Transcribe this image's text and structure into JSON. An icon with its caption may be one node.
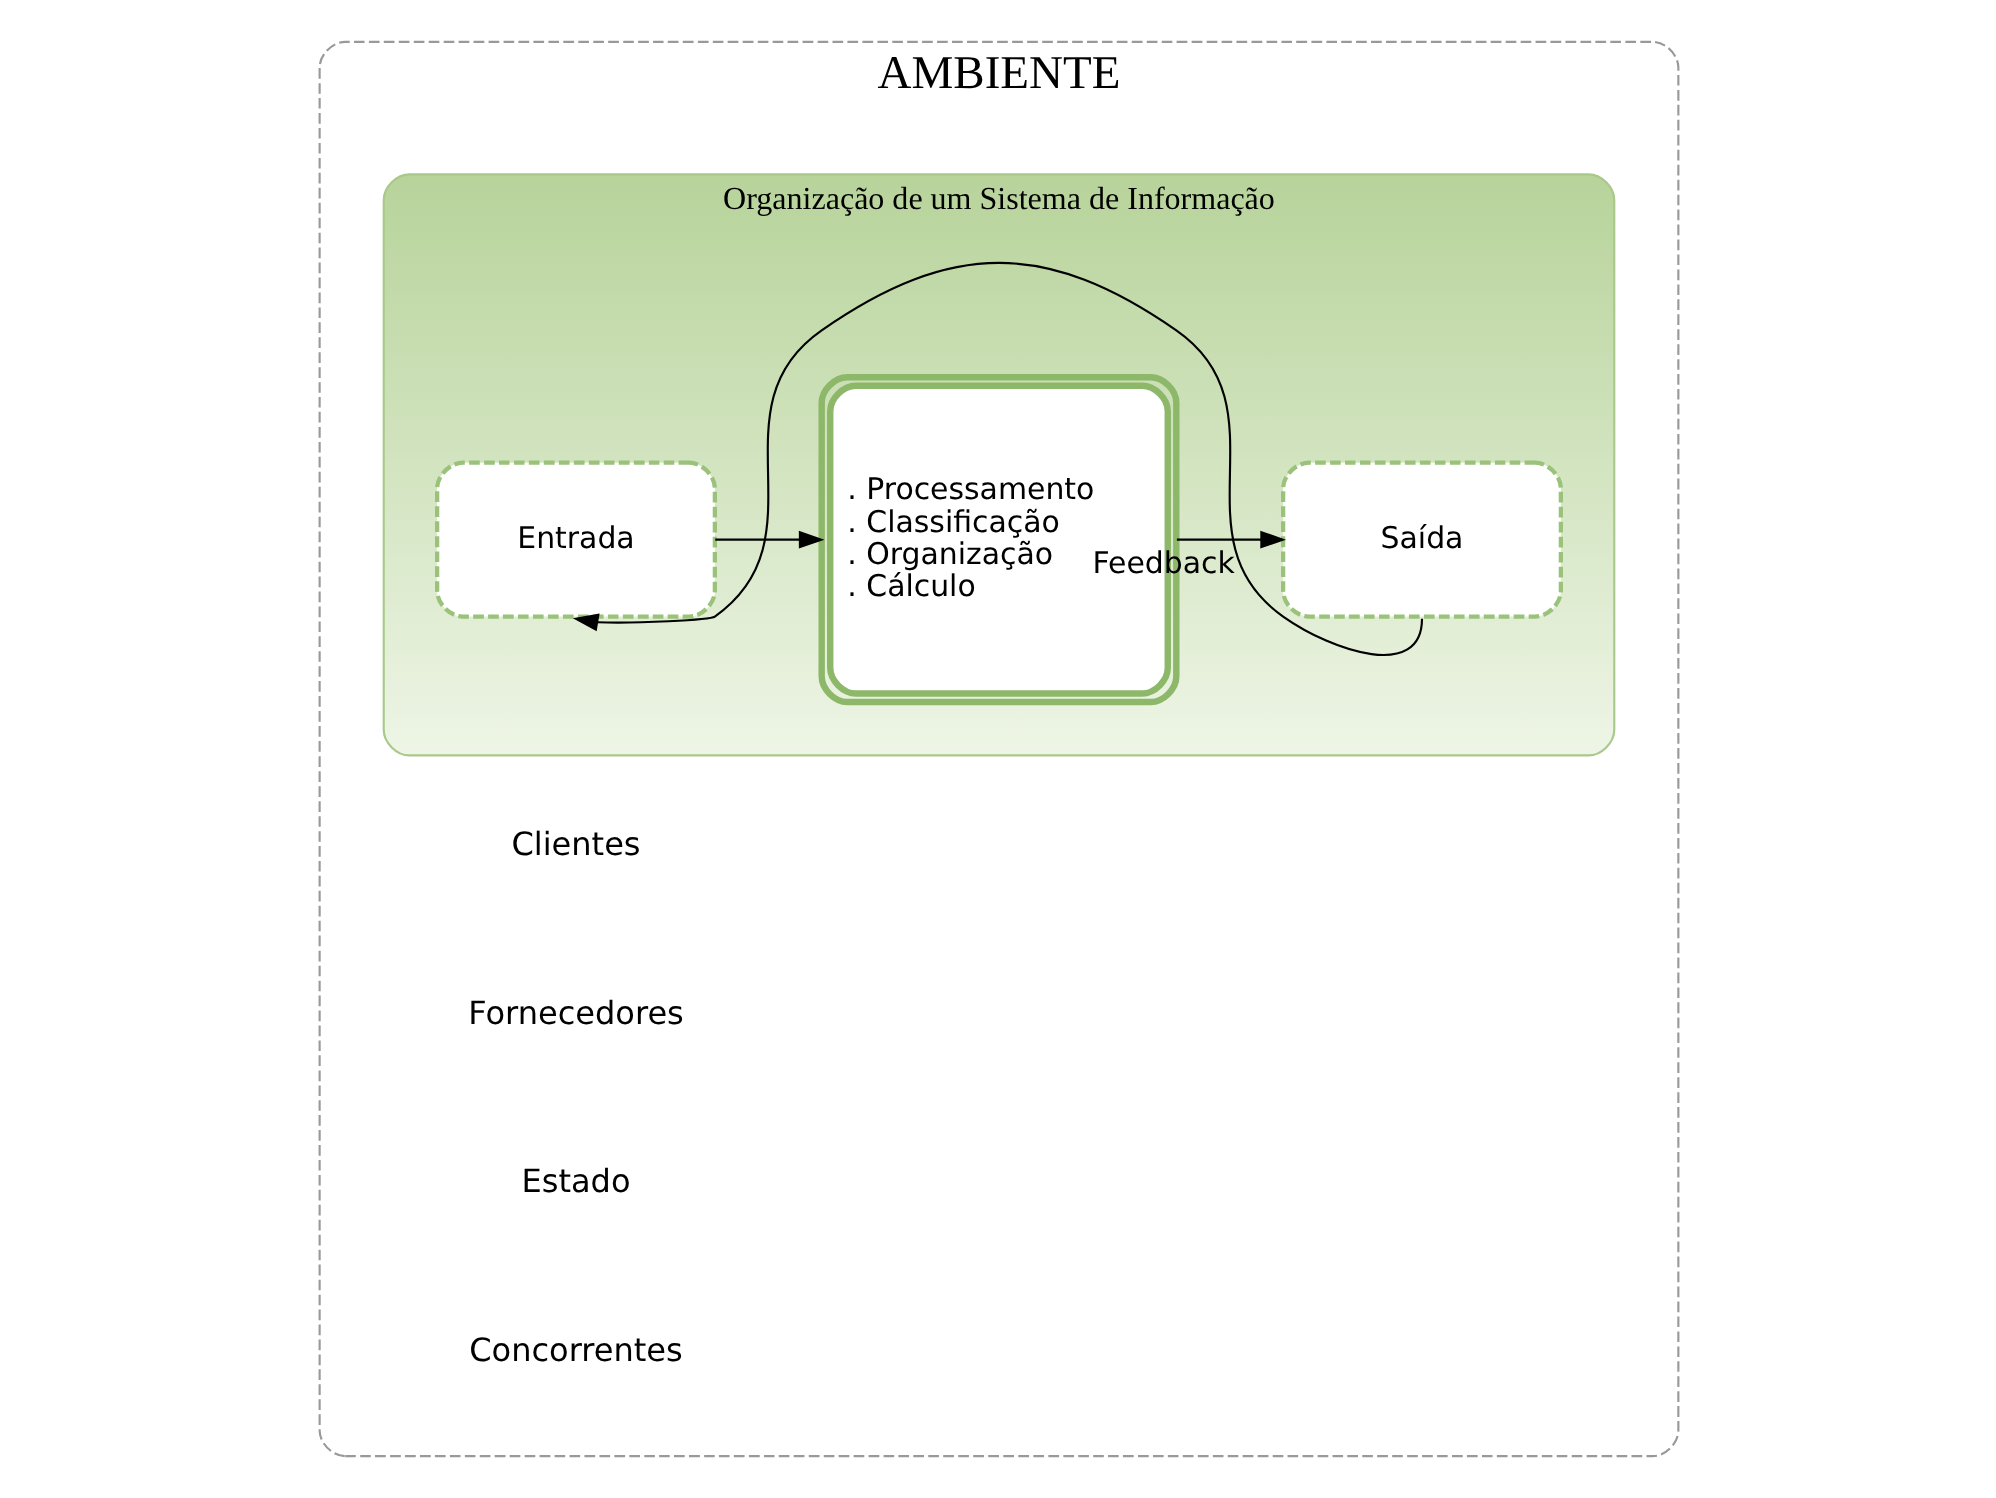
{
  "diagram": {
    "nodes": [
      {
        "text": [
          "AMBIENTE"
        ]
      },
      {
        "text": [
          "Organização de um Sistema de Informação"
        ],
        "in": 0
      },
      {
        "text": [
          "Entrada"
        ],
        "in": 1
      },
      {
        "text": [
          ". Processamento",
          ". Classificação",
          ". Organização",
          ". Cálculo"
        ],
        "in": 1
      },
      {
        "text": [
          "Saída"
        ],
        "in": 1
      }
    ],
    "edges": [
      {
        "from": 2,
        "to": 3,
        "arrow": "to"
      },
      {
        "from": 3,
        "to": 4,
        "arrow": "to"
      },
      {
        "from": 4,
        "to": 2,
        "arrow": "to",
        "label": "Feedback"
      }
    ],
    "labels": [
      "Clientes",
      "Fornecedores",
      "Estado",
      "Concorrentes"
    ]
  }
}
